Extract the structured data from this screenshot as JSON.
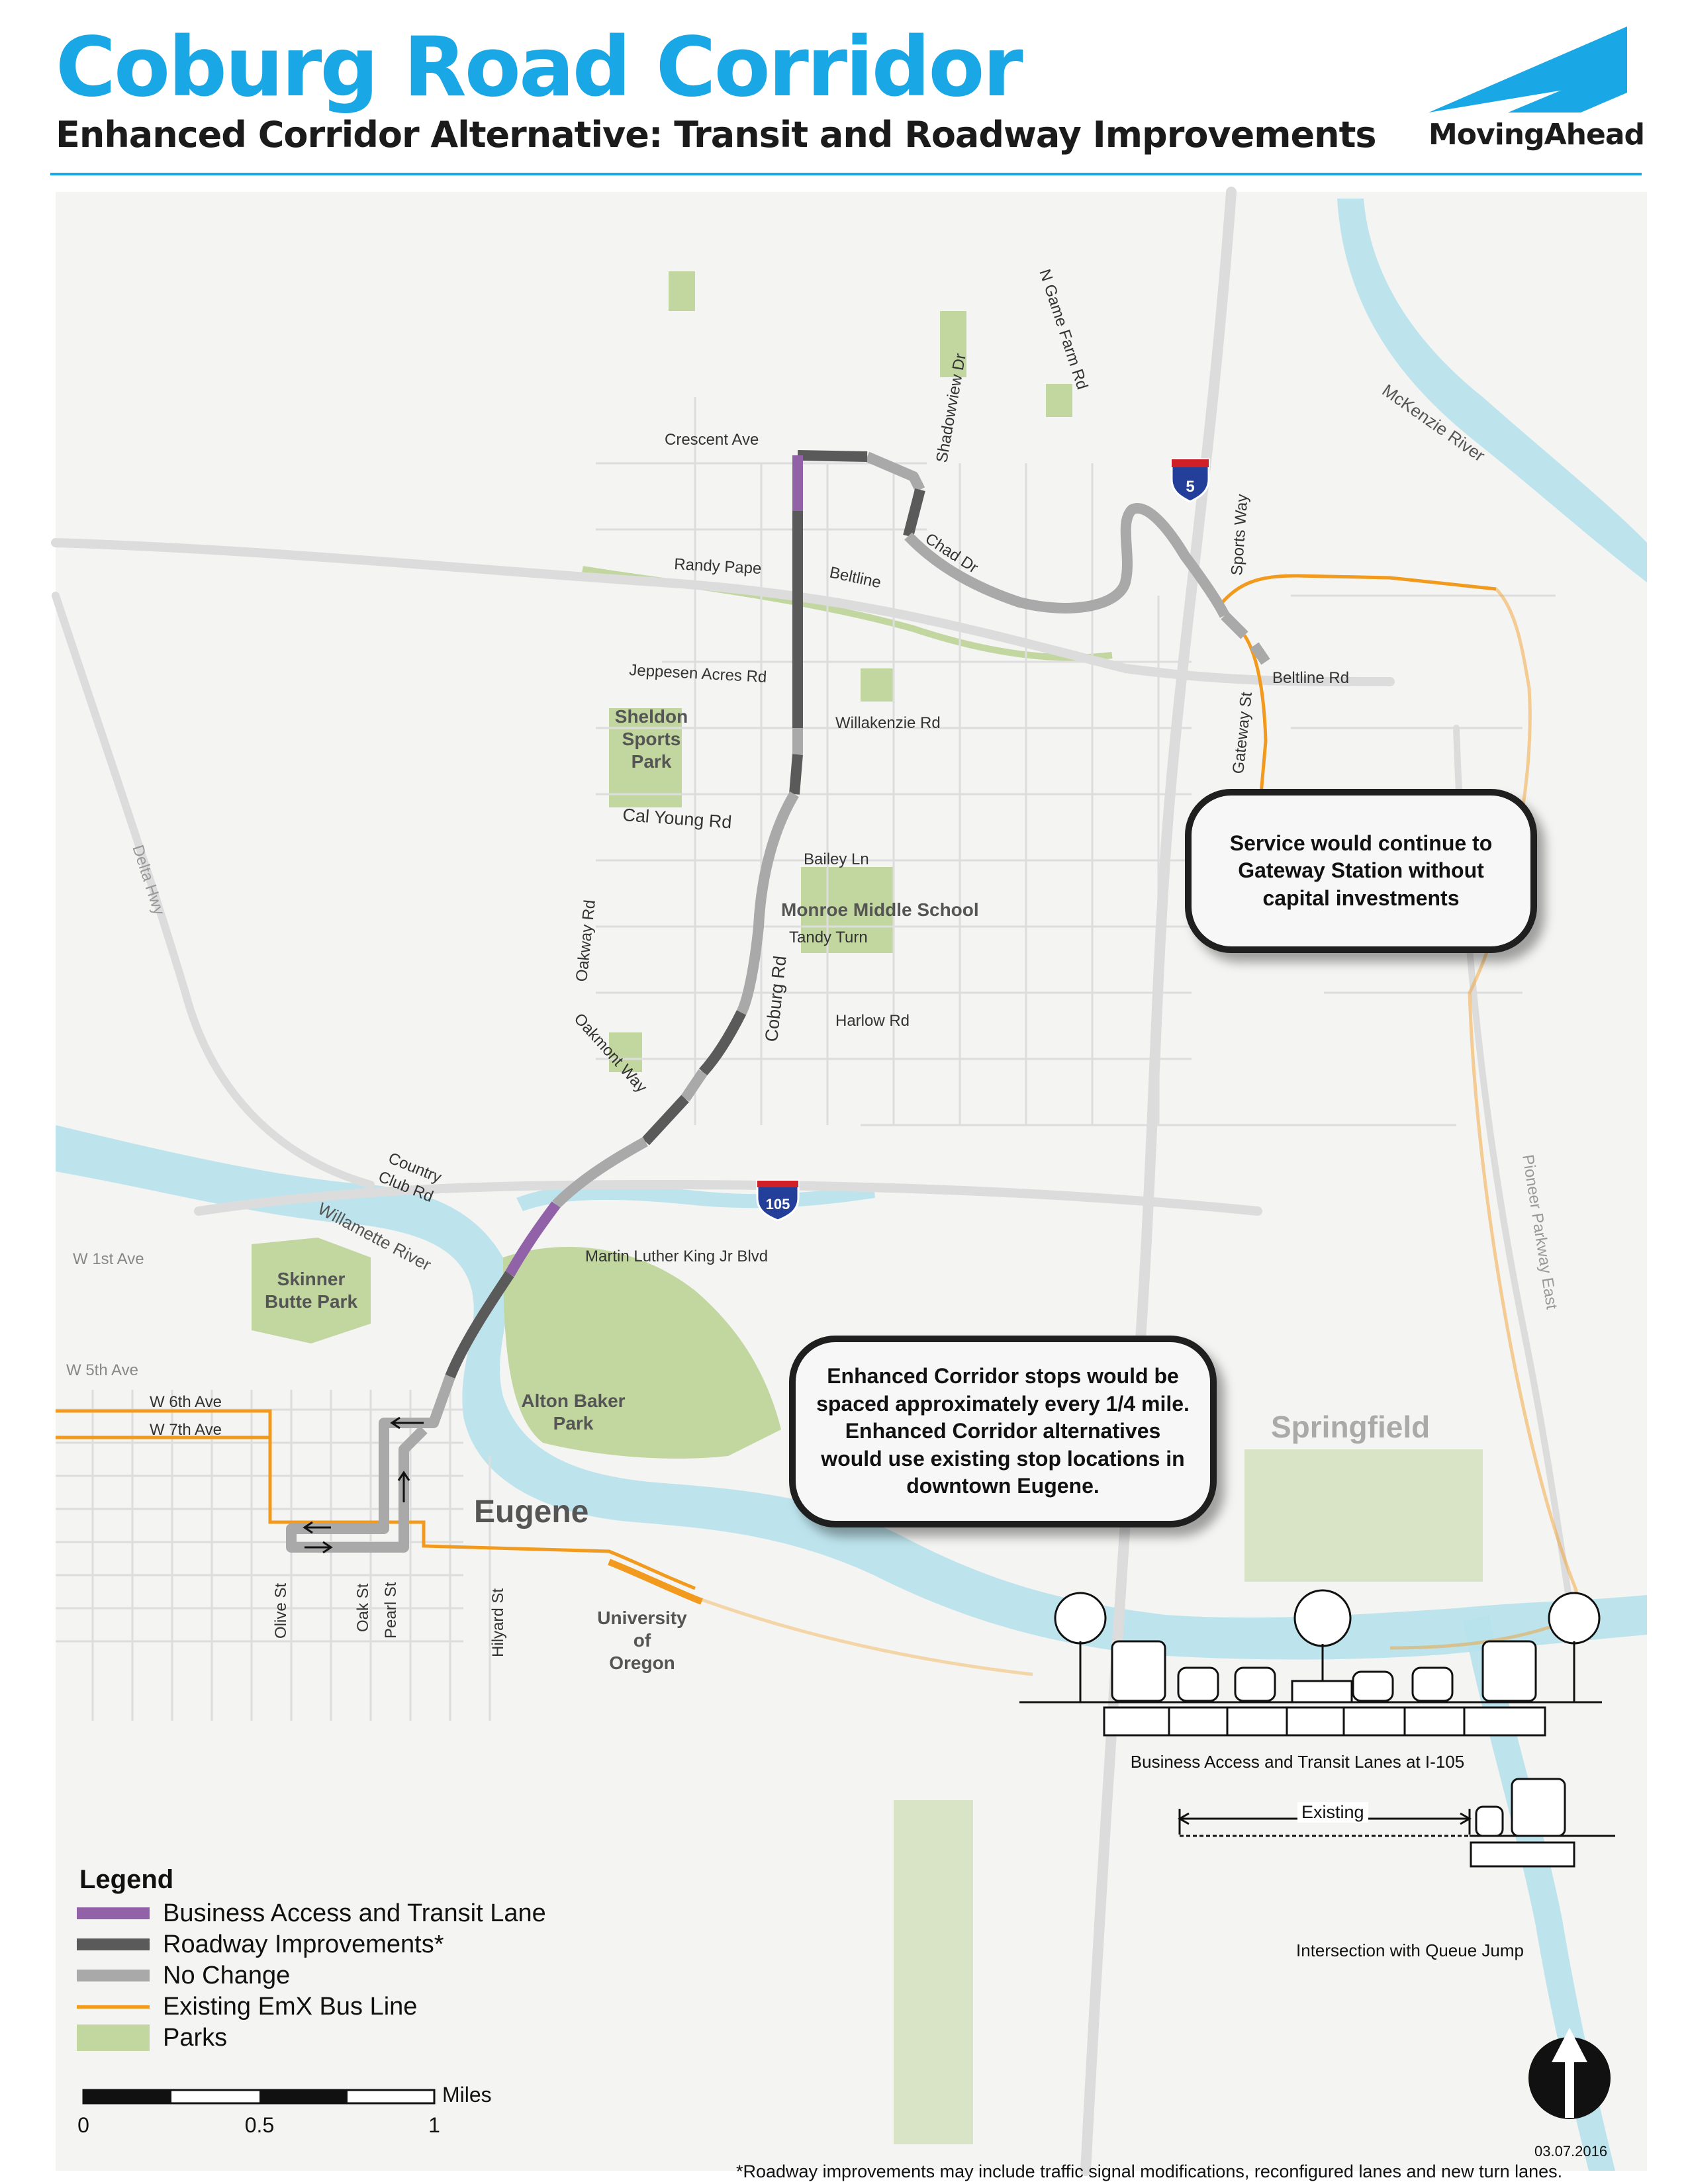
{
  "header": {
    "title": "Coburg Road Corridor",
    "subtitle": "Enhanced Corridor Alternative: Transit and Roadway Improvements",
    "logo_text": "MovingAhead"
  },
  "colors": {
    "accent": "#1aa7e6",
    "bat_lane": "#9162a8",
    "roadway_improvements": "#5a5a5a",
    "no_change": "#a9a9a9",
    "emx_line": "#f29a1e",
    "parks": "#c2d6a0",
    "water": "#b7e2ec"
  },
  "map_labels": {
    "streets": {
      "crescent_ave": "Crescent Ave",
      "shadowview_dr": "Shadowview Dr",
      "n_game_farm_rd": "N Game Farm Rd",
      "chad_dr": "Chad Dr",
      "sports_way": "Sports Way",
      "randy_pape": "Randy Pape",
      "beltline": "Beltline",
      "jeppesen_acres_rd": "Jeppesen Acres Rd",
      "beltline_rd": "Beltline Rd",
      "willakenzie_rd": "Willakenzie Rd",
      "gateway_st": "Gateway St",
      "cal_young_rd": "Cal Young Rd",
      "bailey_ln": "Bailey Ln",
      "tandy_turn": "Tandy Turn",
      "oakway_rd": "Oakway Rd",
      "coburg_rd": "Coburg Rd",
      "harlow_rd": "Harlow Rd",
      "oakmont_way": "Oakmont Way",
      "country_club_rd_1": "Country",
      "country_club_rd_2": "Club Rd",
      "mlk_blvd": "Martin Luther King Jr Blvd",
      "w_1st_ave": "W 1st Ave",
      "w_5th_ave": "W 5th Ave",
      "w_6th_ave": "W 6th Ave",
      "w_7th_ave": "W 7th Ave",
      "olive_st": "Olive St",
      "oak_st": "Oak St",
      "pearl_st": "Pearl St",
      "hilyard_st": "Hilyard St",
      "delta_hwy": "Delta Hwy",
      "pioneer_parkway_east": "Pioneer Parkway East"
    },
    "places": {
      "sheldon_1": "Sheldon",
      "sheldon_2": "Sports",
      "sheldon_3": "Park",
      "monroe": "Monroe Middle School",
      "skinner_1": "Skinner",
      "skinner_2": "Butte Park",
      "alton_1": "Alton Baker",
      "alton_2": "Park",
      "eugene": "Eugene",
      "springfield": "Springfield",
      "uo_1": "University",
      "uo_2": "of",
      "uo_3": "Oregon"
    },
    "water": {
      "willamette_river": "Willamette River",
      "mckenzie_river": "McKenzie River"
    },
    "shields": {
      "i5": "5",
      "i105": "105"
    }
  },
  "callouts": {
    "gateway": "Service would continue to Gateway Station without capital investments",
    "stops": "Enhanced Corridor stops would be spaced approximately every 1/4 mile. Enhanced Corridor alternatives would use existing stop locations in downtown Eugene."
  },
  "cross_sections": {
    "bat_lanes_label": "Business Access and Transit Lanes at I-105",
    "existing_label": "Existing",
    "queue_jump_label": "Intersection with Queue Jump"
  },
  "legend": {
    "title": "Legend",
    "items": [
      {
        "label": "Business Access and Transit Lane",
        "swatch": "line",
        "color": "#9162a8"
      },
      {
        "label": "Roadway Improvements*",
        "swatch": "line",
        "color": "#5a5a5a"
      },
      {
        "label": "No Change",
        "swatch": "line",
        "color": "#a9a9a9"
      },
      {
        "label": "Existing EmX Bus Line",
        "swatch": "thin-line",
        "color": "#f29a1e"
      },
      {
        "label": "Parks",
        "swatch": "fill",
        "color": "#c2d6a0"
      }
    ]
  },
  "scale_bar": {
    "unit": "Miles",
    "ticks": [
      "0",
      "0.5",
      "1"
    ]
  },
  "footnote": "*Roadway improvements may include traffic signal modifications, reconfigured lanes and new turn lanes.",
  "date": "03.07.2016",
  "north_arrow": "north-arrow-icon"
}
